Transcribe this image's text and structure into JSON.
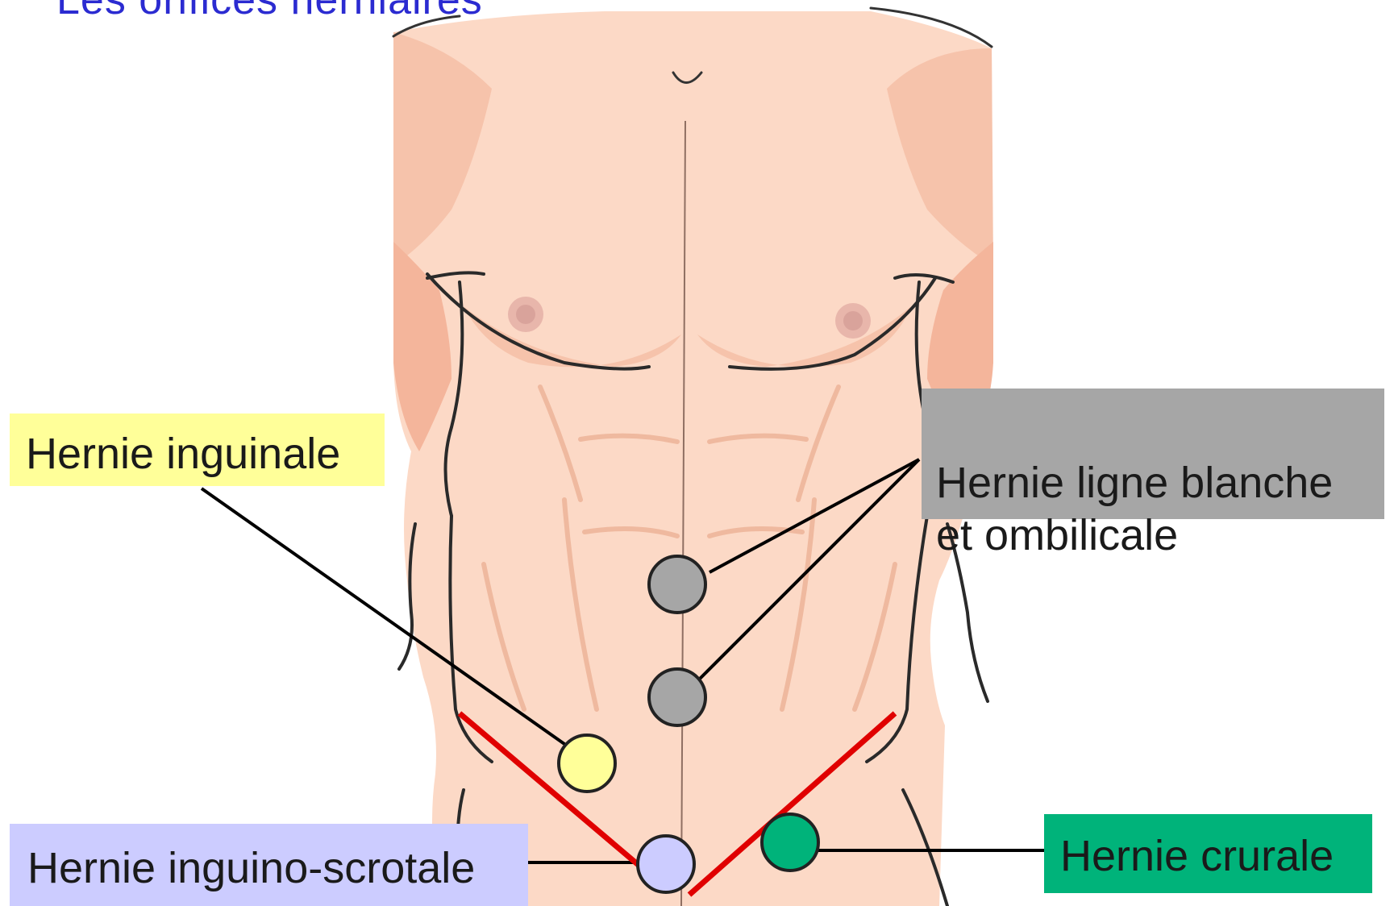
{
  "title": "Les orifices herniaires",
  "labels": {
    "inguinale": "Hernie inguinale",
    "ligne_blanche": "Hernie ligne blanche\net ombilicale",
    "inguino_scrotale": "Hernie inguino-scrotale",
    "crurale": "Hernie crurale"
  },
  "colors": {
    "inguinale_box": "#ffff99",
    "inguinale_marker": "#ffff99",
    "ligne_blanche_box": "#a6a6a6",
    "ligne_blanche_marker": "#a6a6a6",
    "inguino_scrotale_box": "#ccccff",
    "inguino_scrotale_marker": "#ccccff",
    "crurale_box": "#00b37a",
    "crurale_marker": "#00b37a",
    "inguinal_ligament": "#e00000",
    "skin": "#fcd9c6",
    "skin_shadow": "#f4b59b"
  }
}
